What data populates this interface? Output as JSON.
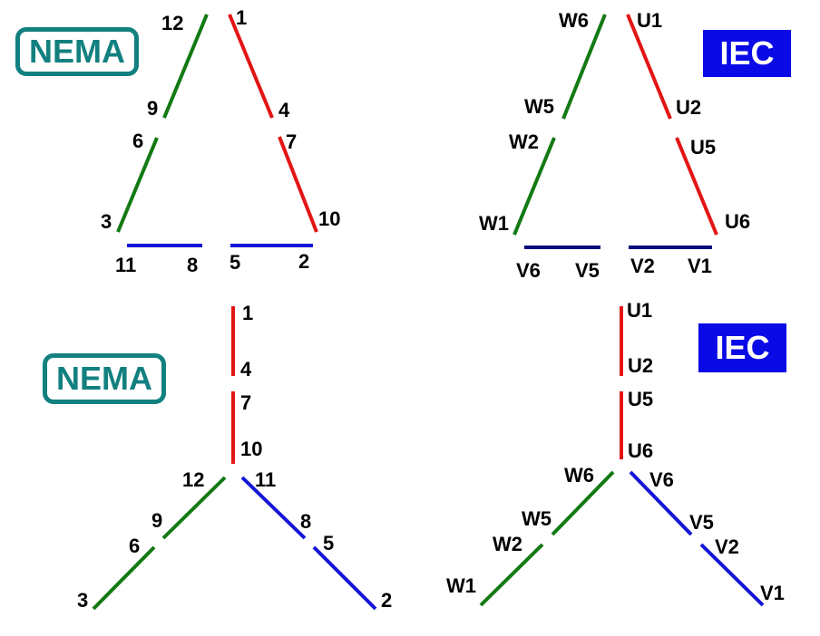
{
  "colors": {
    "red": "#e31515",
    "green": "#137a13",
    "blue": "#1515d8",
    "navy": "#0c0c7a",
    "teal": "#138080",
    "iec_bg": "#0a0ae6"
  },
  "badges": {
    "nema_top": "NEMA",
    "iec_top": "IEC",
    "nema_bottom": "NEMA",
    "iec_bottom": "IEC"
  },
  "nema_delta": {
    "t12": "12",
    "t1": "1",
    "t9": "9",
    "t4": "4",
    "t6": "6",
    "t7": "7",
    "t3": "3",
    "t10": "10",
    "t11": "11",
    "t8": "8",
    "t5": "5",
    "t2": "2"
  },
  "iec_delta": {
    "w6": "W6",
    "u1": "U1",
    "w5": "W5",
    "u2": "U2",
    "w2": "W2",
    "u5": "U5",
    "w1": "W1",
    "u6": "U6",
    "v6": "V6",
    "v5": "V5",
    "v2": "V2",
    "v1": "V1"
  },
  "nema_wye": {
    "t1": "1",
    "t4": "4",
    "t7": "7",
    "t10": "10",
    "t12": "12",
    "t11": "11",
    "t9": "9",
    "t8": "8",
    "t6": "6",
    "t5": "5",
    "t3": "3",
    "t2": "2"
  },
  "iec_wye": {
    "u1": "U1",
    "u2": "U2",
    "u5": "U5",
    "u6": "U6",
    "w6": "W6",
    "v6": "V6",
    "w5": "W5",
    "v5": "V5",
    "w2": "W2",
    "v2": "V2",
    "w1": "W1",
    "v1": "V1"
  }
}
